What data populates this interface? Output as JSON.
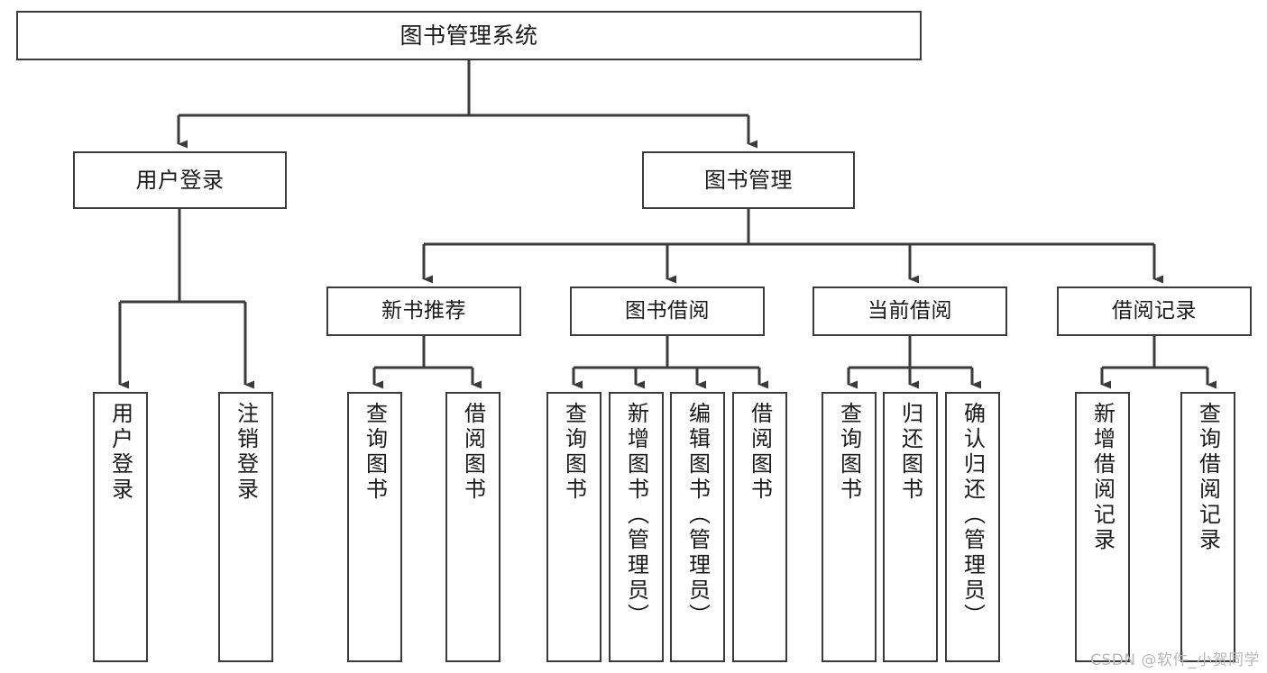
{
  "diagram": {
    "title": "图书管理系统",
    "watermark": "CSDN @软件_小贺同学",
    "colors": {
      "stroke": "#3b3b3b",
      "fill": "#ffffff",
      "text": "#1a1a1a",
      "watermark": "#b9b9b9"
    },
    "root": {
      "label": "图书管理系统"
    },
    "level2": [
      {
        "label": "用户登录"
      },
      {
        "label": "图书管理"
      }
    ],
    "level3": [
      {
        "label": "新书推荐"
      },
      {
        "label": "图书借阅"
      },
      {
        "label": "当前借阅"
      },
      {
        "label": "借阅记录"
      }
    ],
    "leaves": {
      "user_login": [
        {
          "label": "用户登录"
        },
        {
          "label": "注销登录"
        }
      ],
      "new_book": [
        {
          "label": "查询图书"
        },
        {
          "label": "借阅图书"
        }
      ],
      "book_borrow": [
        {
          "label": "查询图书"
        },
        {
          "label": "新增图书（管理员）"
        },
        {
          "label": "编辑图书（管理员）"
        },
        {
          "label": "借阅图书"
        }
      ],
      "current_borrow": [
        {
          "label": "查询图书"
        },
        {
          "label": "归还图书"
        },
        {
          "label": "确认归还（管理员）"
        }
      ],
      "borrow_record": [
        {
          "label": "新增借阅记录"
        },
        {
          "label": "查询借阅记录"
        }
      ]
    }
  }
}
